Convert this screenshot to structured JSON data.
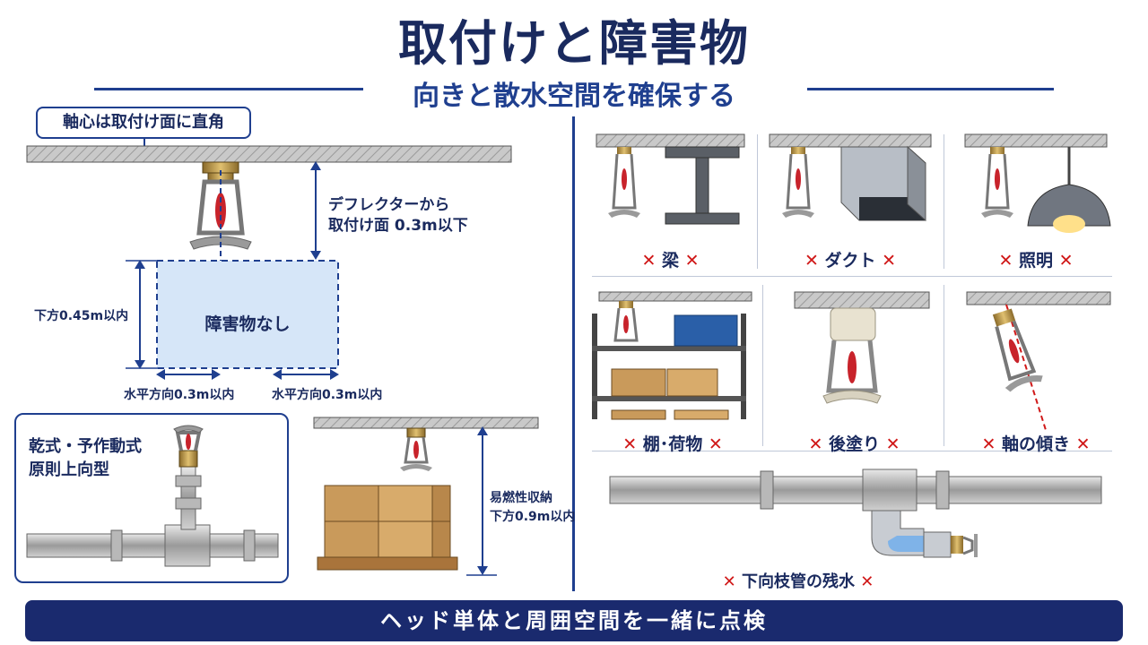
{
  "header": {
    "title": "取付けと障害物",
    "subtitle": "向きと散水空間を確保する"
  },
  "left": {
    "callout": "軸心は取付け面に直角",
    "deflector_line1": "デフレクターから",
    "deflector_line2": "取付け面 0.3m以下",
    "below_label": "下方0.45m以内",
    "no_obstacle": "障害物なし",
    "horizontal_left": "水平方向0.3m以内",
    "horizontal_right": "水平方向0.3m以内",
    "dry_line1": "乾式・予作動式",
    "dry_line2": "原則上向型",
    "storage_line1": "易燃性収納",
    "storage_line2": "下方0.9m以内"
  },
  "right": {
    "mark": "✕",
    "panels": [
      {
        "label": "梁"
      },
      {
        "label": "ダクト"
      },
      {
        "label": "照明"
      },
      {
        "label": "棚･荷物"
      },
      {
        "label": "後塗り"
      },
      {
        "label": "軸の傾き"
      }
    ],
    "pipe_label": "下向枝管の残水"
  },
  "footer": {
    "text": "ヘッド単体と周囲空間を一緒に点検"
  },
  "colors": {
    "navy": "#1a2a5e",
    "accent": "#1f3f8f",
    "ng_red": "#d01818",
    "zone_fill": "#d6e6f8",
    "box_brown": "#c99a5b"
  }
}
